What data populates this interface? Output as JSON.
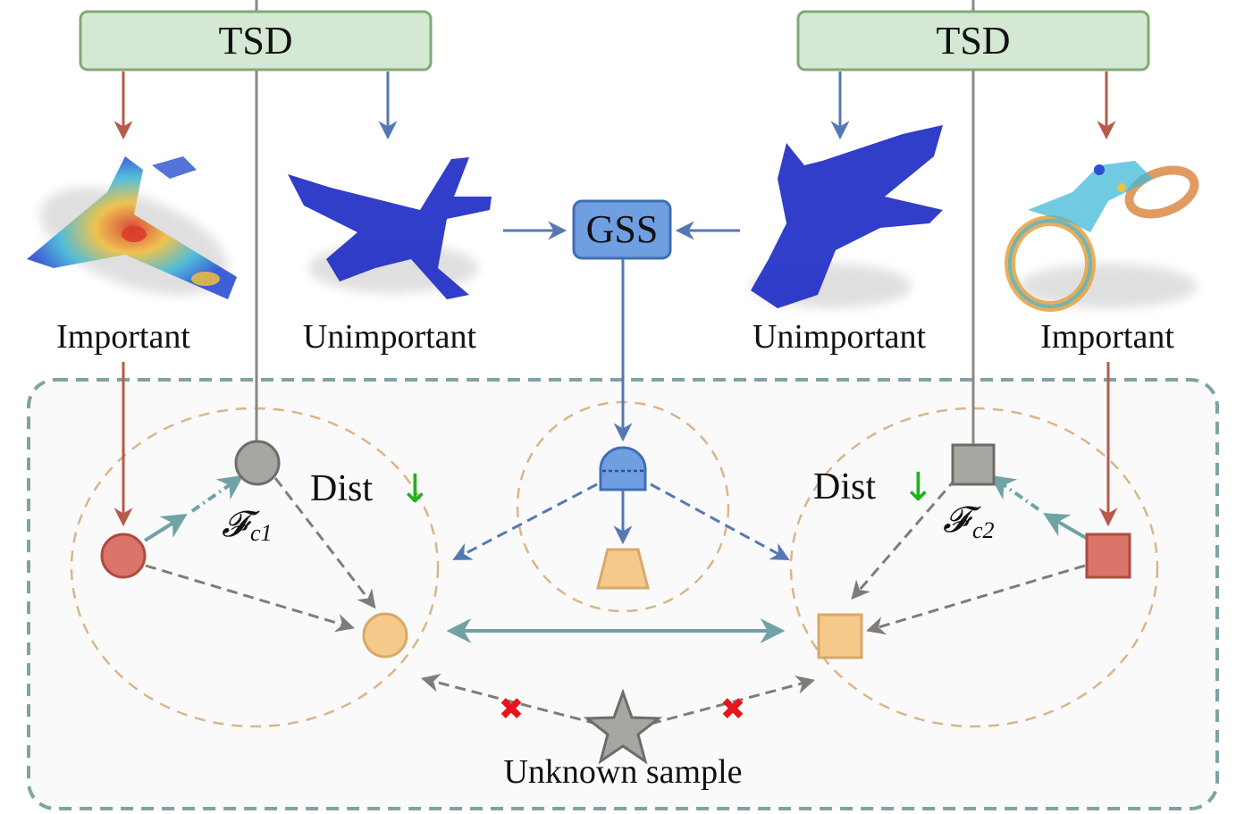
{
  "blocks": {
    "tsd_left": "TSD",
    "tsd_right": "TSD",
    "gss": "GSS"
  },
  "labels": {
    "important_left": "Important",
    "unimportant_left": "Unimportant",
    "unimportant_right": "Unimportant",
    "important_right": "Important",
    "dist_left": "Dist",
    "dist_right": "Dist",
    "dist_arrow_left": "↓",
    "dist_arrow_right": "↓",
    "fc1_main": "𝓕",
    "fc1_sub": "c1",
    "fc2_main": "𝓕",
    "fc2_sub": "c2",
    "unknown": "Unknown sample",
    "reject_left": "✖",
    "reject_right": "✖"
  },
  "colors": {
    "tsd_fill": "#d5e8d4",
    "tsd_stroke": "#82a877",
    "gss_fill": "#6f9fe0",
    "gss_stroke": "#3f6fb5",
    "red_arrow": "#b85a4a",
    "blue_arrow": "#5578b5",
    "gray_line": "#8a8883",
    "teal": "#6fa3a6",
    "orange_dash": "#d9b68a",
    "important_red": "#d9756a",
    "prototype_orange": "#f5c98a",
    "reject_red": "#e8141c",
    "dist_green": "#1db31d",
    "point_blue": "#1f2ec4"
  },
  "icons": {
    "left_class_feature": "circle-gray-icon",
    "right_class_feature": "square-gray-icon",
    "generic_shape": "half-dome-blue-icon",
    "generic_target": "trapezoid-orange-icon",
    "unknown": "star-gray-icon",
    "reject": "x-mark-icon"
  }
}
